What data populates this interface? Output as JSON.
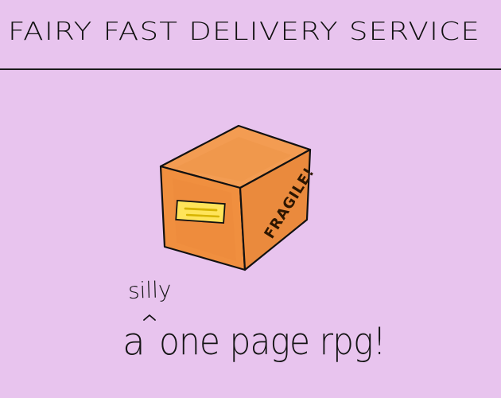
{
  "title": "Fairy Fast Delivery Service",
  "illustration": {
    "box_label": "FRAGILE!",
    "colors": {
      "background": "#e8c4ee",
      "box_front": "#f08f3f",
      "box_side": "#ea8a3d",
      "box_top": "#f39c52",
      "sticker": "#ffe45a",
      "outline": "#111111"
    }
  },
  "tagline": {
    "prefix": "a",
    "insert": "silly",
    "main": "one page rpg!"
  }
}
